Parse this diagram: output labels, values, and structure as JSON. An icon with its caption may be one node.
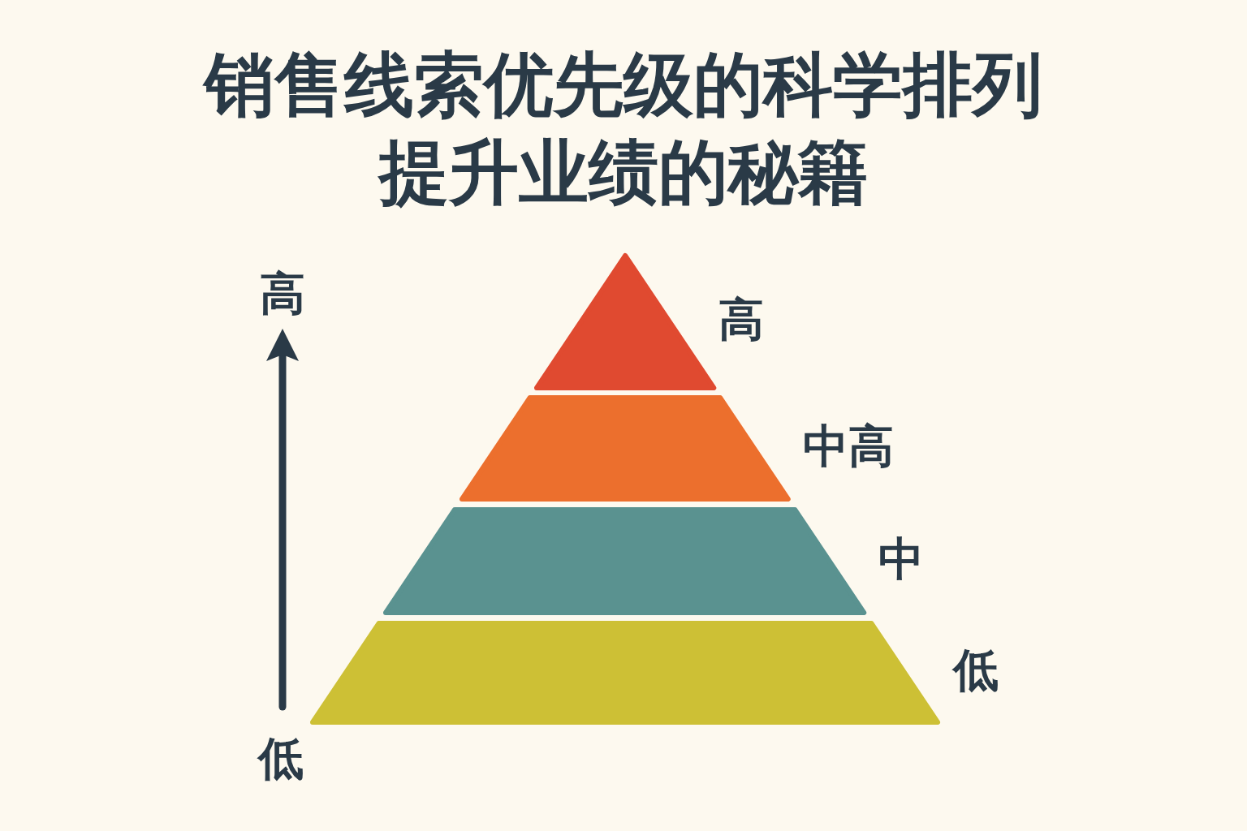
{
  "diagram": {
    "title": "销售线索优先级的科学排列提升业绩的秘籍",
    "nodes": [
      {
        "text": [],
        "shape": "triangle",
        "beside": [
          "高"
        ]
      },
      {
        "text": [],
        "shape": "trapezoid",
        "beside": [
          "中高"
        ]
      },
      {
        "text": [],
        "shape": "trapezoid",
        "beside": [
          "中"
        ]
      },
      {
        "text": [],
        "shape": "trapezoid",
        "beside": [
          "低"
        ]
      }
    ],
    "labels": [
      "高",
      "低"
    ]
  }
}
